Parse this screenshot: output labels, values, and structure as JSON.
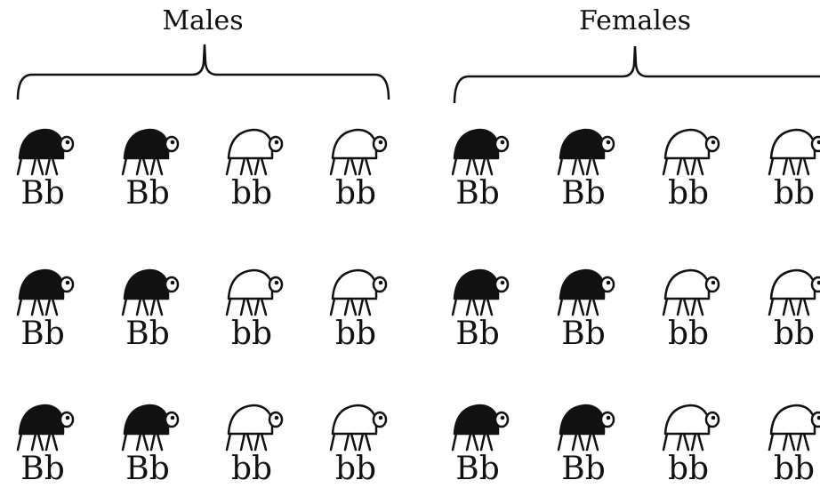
{
  "groups": [
    {
      "title": "Males",
      "rows": [
        [
          {
            "genotype": "Bb",
            "phenotype": "dark"
          },
          {
            "genotype": "Bb",
            "phenotype": "dark"
          },
          {
            "genotype": "bb",
            "phenotype": "light"
          },
          {
            "genotype": "bb",
            "phenotype": "light"
          }
        ],
        [
          {
            "genotype": "Bb",
            "phenotype": "dark"
          },
          {
            "genotype": "Bb",
            "phenotype": "dark"
          },
          {
            "genotype": "bb",
            "phenotype": "light"
          },
          {
            "genotype": "bb",
            "phenotype": "light"
          }
        ],
        [
          {
            "genotype": "Bb",
            "phenotype": "dark"
          },
          {
            "genotype": "Bb",
            "phenotype": "dark"
          },
          {
            "genotype": "bb",
            "phenotype": "light"
          },
          {
            "genotype": "bb",
            "phenotype": "light"
          }
        ]
      ]
    },
    {
      "title": "Females",
      "rows": [
        [
          {
            "genotype": "Bb",
            "phenotype": "dark"
          },
          {
            "genotype": "Bb",
            "phenotype": "dark"
          },
          {
            "genotype": "bb",
            "phenotype": "light"
          },
          {
            "genotype": "bb",
            "phenotype": "light"
          }
        ],
        [
          {
            "genotype": "Bb",
            "phenotype": "dark"
          },
          {
            "genotype": "Bb",
            "phenotype": "dark"
          },
          {
            "genotype": "bb",
            "phenotype": "light"
          },
          {
            "genotype": "bb",
            "phenotype": "light"
          }
        ],
        [
          {
            "genotype": "Bb",
            "phenotype": "dark"
          },
          {
            "genotype": "Bb",
            "phenotype": "dark"
          },
          {
            "genotype": "bb",
            "phenotype": "light"
          },
          {
            "genotype": "bb",
            "phenotype": "light"
          }
        ]
      ]
    }
  ],
  "colors": {
    "dark_body": "#111111",
    "light_body": "#ffffff",
    "outline": "#111111"
  }
}
